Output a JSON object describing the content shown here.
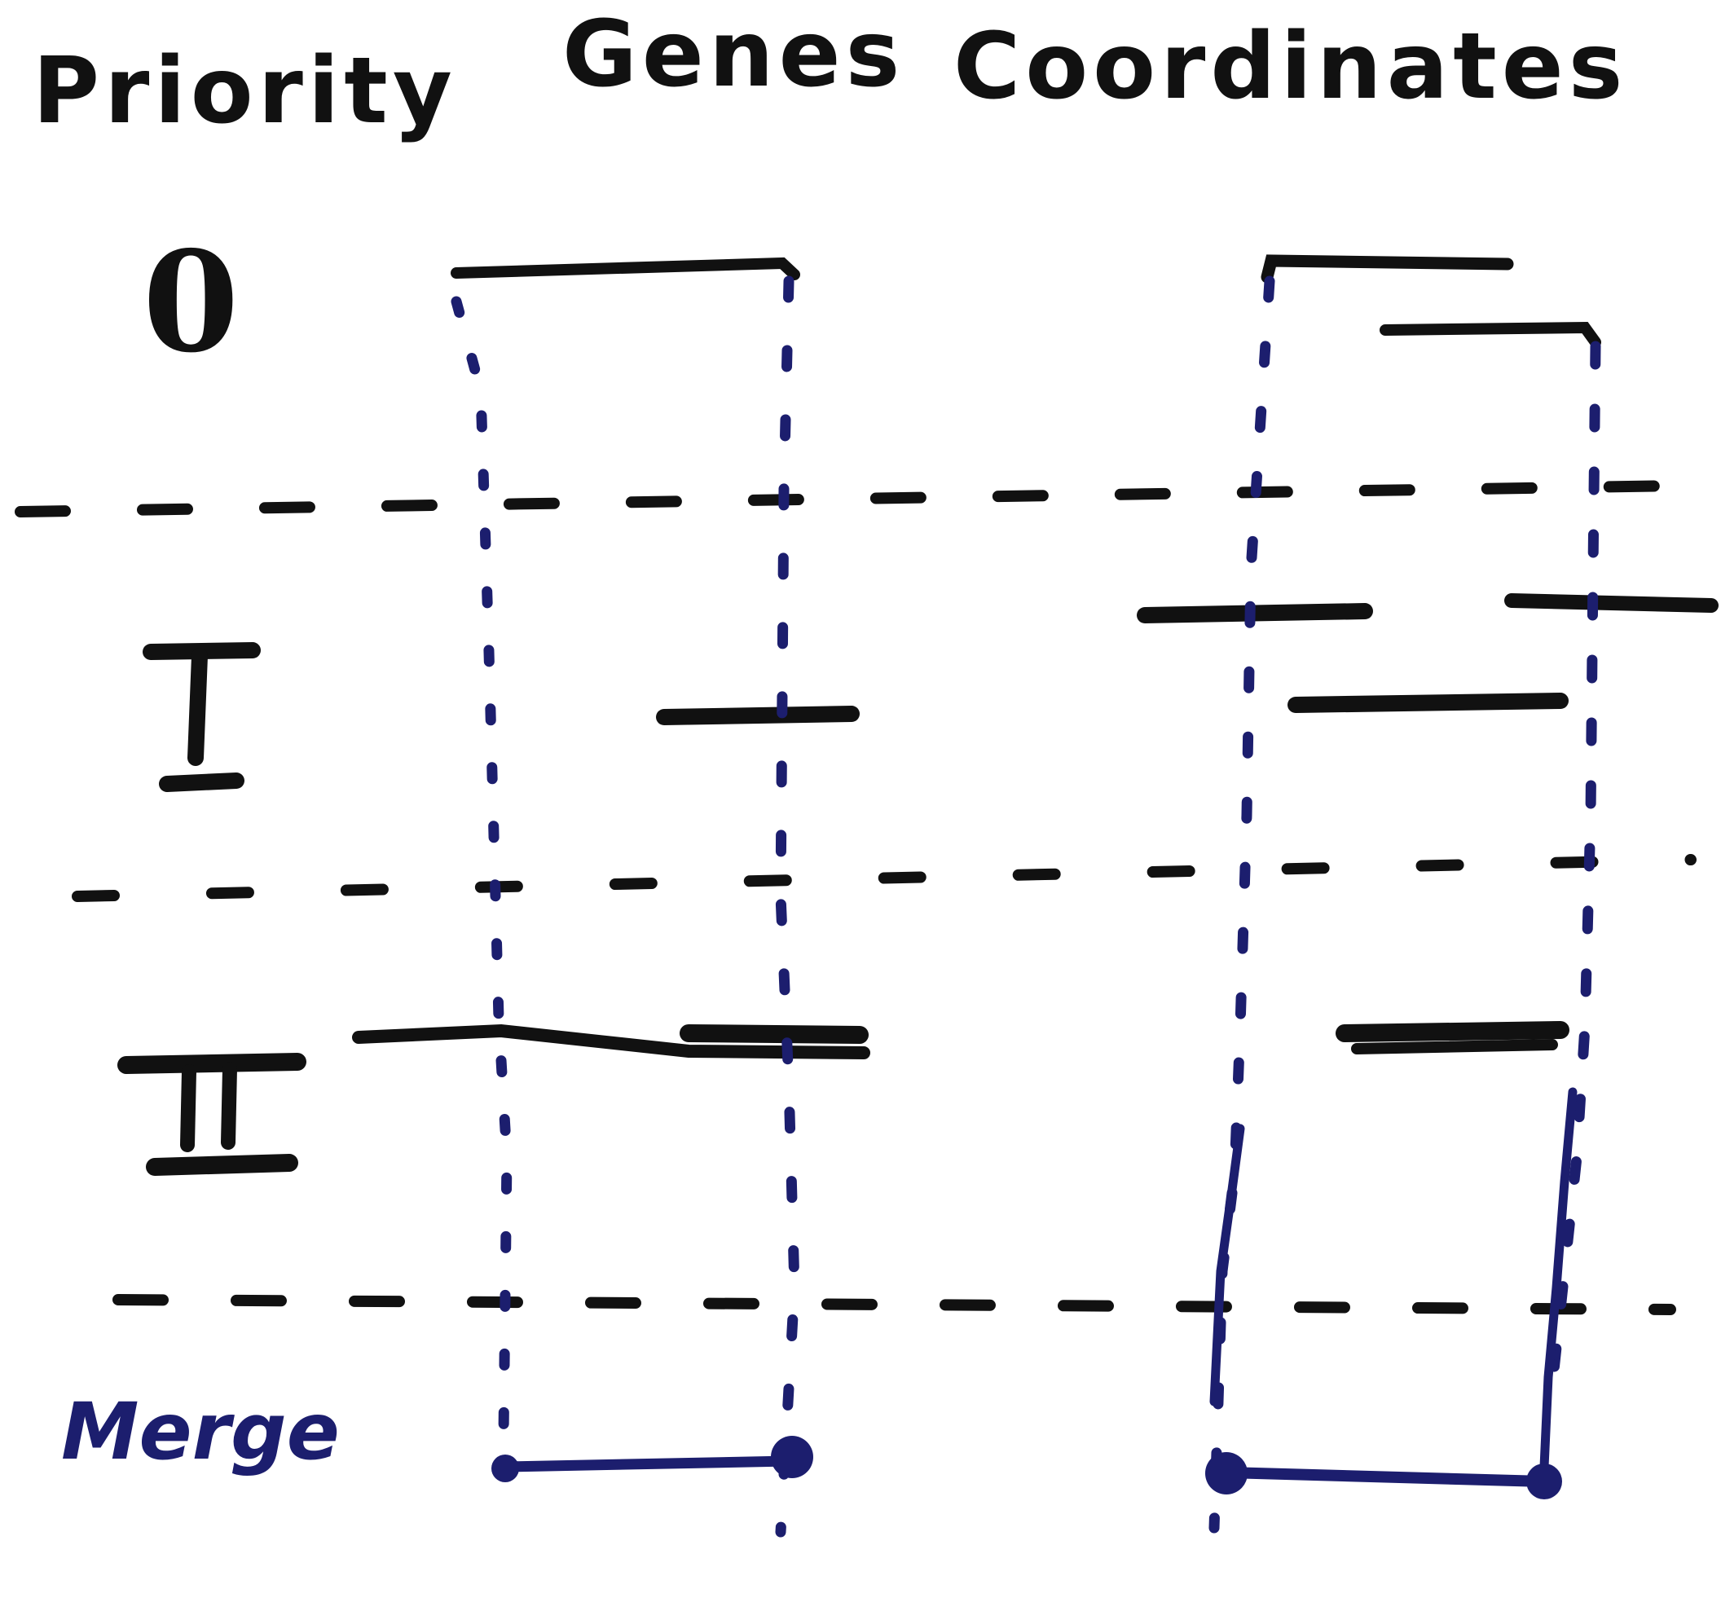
{
  "header": {
    "priority": "Priority",
    "genes": "Genes",
    "coordinates": "Coordinates"
  },
  "rows": [
    {
      "label": "0"
    },
    {
      "label": "I"
    },
    {
      "label": "II"
    }
  ],
  "merge": {
    "label": "Merge"
  },
  "colors": {
    "gene_ink": "#111111",
    "merge_ink": "#1c1e6e",
    "background": "#ffffff"
  }
}
